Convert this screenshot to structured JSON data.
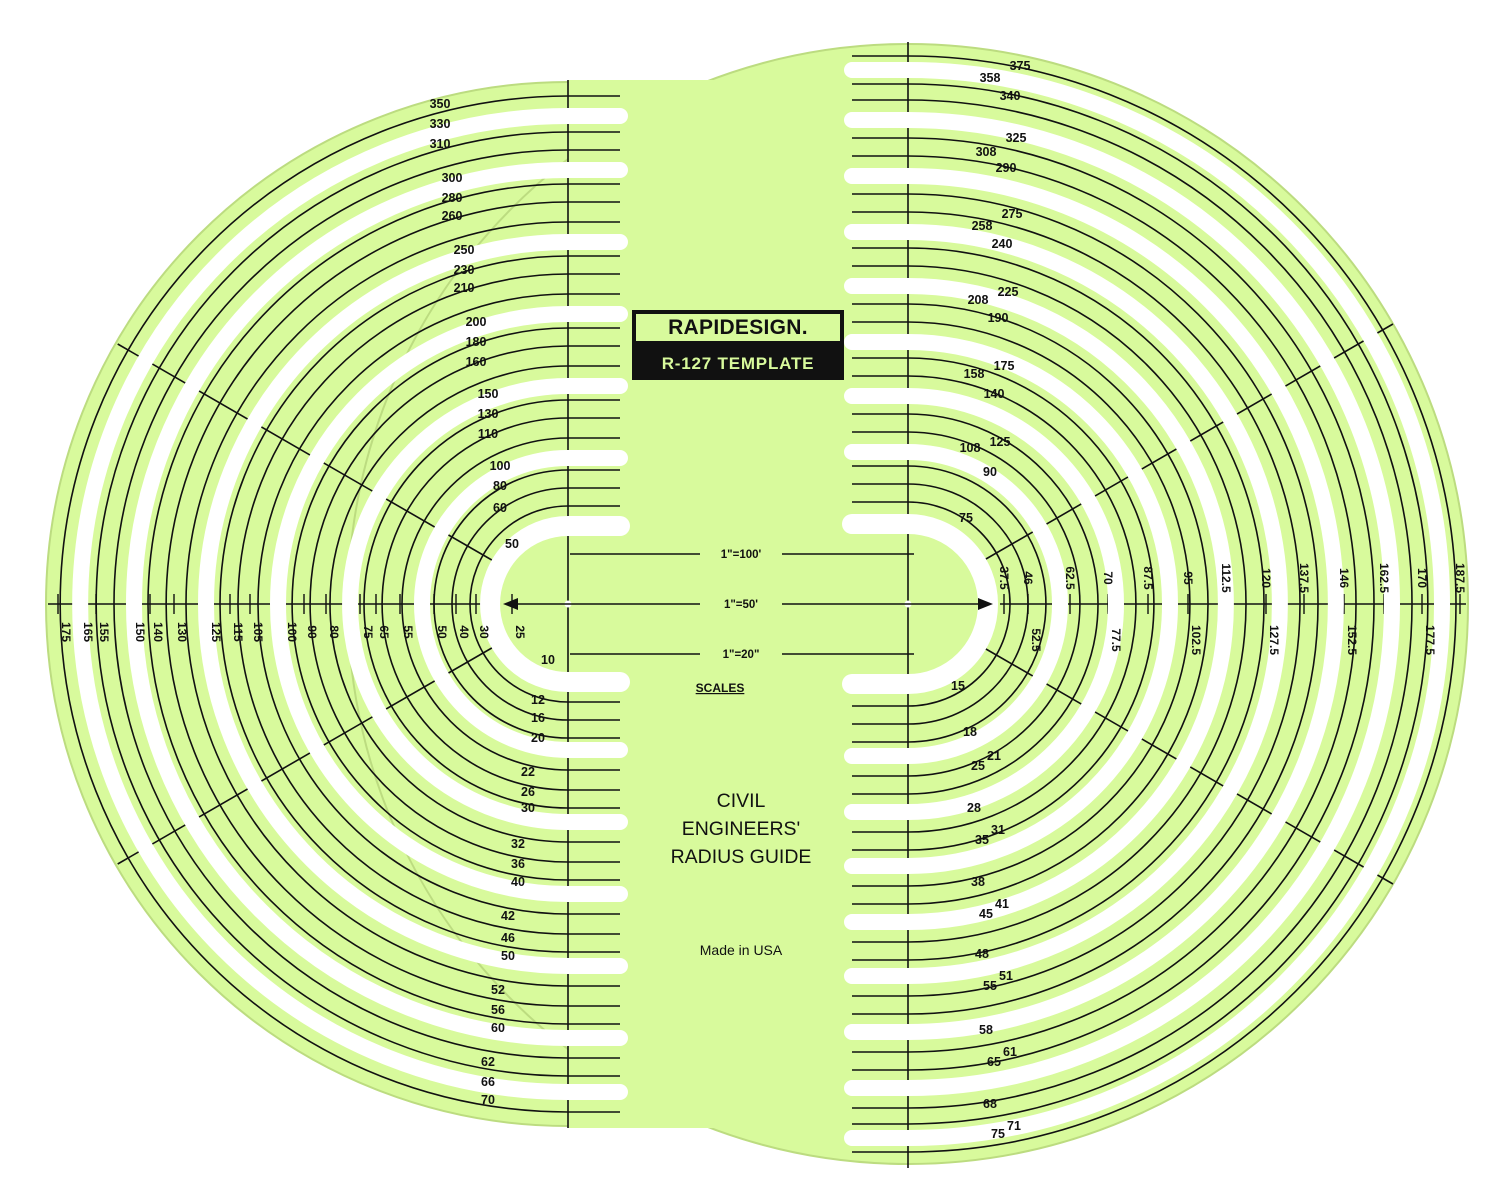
{
  "colors": {
    "plastic": "#d8fa9c",
    "plastic_edge": "#bcdc80",
    "ink": "#111111",
    "cutout": "#ffffff"
  },
  "brand": {
    "name": "RAPIDESIGN.",
    "model": "R-127 TEMPLATE"
  },
  "center_text": {
    "line1": "CIVIL",
    "line2": "ENGINEERS'",
    "line3": "RADIUS GUIDE",
    "made_in": "Made in USA",
    "scales": "SCALES"
  },
  "scale_bars": [
    {
      "label": "1\"=100'"
    },
    {
      "label": "1\"=50'"
    },
    {
      "label": "1\"=20\""
    }
  ],
  "left_upper_labels": [
    [
      "350",
      "330",
      "310"
    ],
    [
      "300",
      "280",
      "260"
    ],
    [
      "250",
      "230",
      "210"
    ],
    [
      "200",
      "180",
      "160"
    ],
    [
      "150",
      "130",
      "110"
    ],
    [
      "100",
      "80",
      "60"
    ],
    [
      "50"
    ]
  ],
  "left_lower_labels": [
    [
      "10"
    ],
    [
      "12",
      "16",
      "20"
    ],
    [
      "22",
      "26",
      "30"
    ],
    [
      "32",
      "36",
      "40"
    ],
    [
      "42",
      "46",
      "50"
    ],
    [
      "52",
      "56",
      "60"
    ],
    [
      "62",
      "66",
      "70"
    ]
  ],
  "left_axis_labels": [
    "175",
    "165",
    "155",
    "150",
    "140",
    "130",
    "125",
    "115",
    "105",
    "100",
    "90",
    "80",
    "75",
    "65",
    "55",
    "50",
    "40",
    "30",
    "25"
  ],
  "right_upper_labels": [
    [
      "375",
      "358",
      "340"
    ],
    [
      "325",
      "308",
      "290"
    ],
    [
      "275",
      "258",
      "240"
    ],
    [
      "225",
      "208",
      "190"
    ],
    [
      "175",
      "158",
      "140"
    ],
    [
      "125",
      "108",
      "90"
    ],
    [
      "75"
    ]
  ],
  "right_lower_labels": [
    [
      "15"
    ],
    [
      "18",
      "21",
      "25"
    ],
    [
      "28",
      "31",
      "35"
    ],
    [
      "38",
      "41",
      "45"
    ],
    [
      "48",
      "51",
      "55"
    ],
    [
      "58",
      "61",
      "65"
    ],
    [
      "68",
      "71",
      "75"
    ]
  ],
  "right_axis_upper_labels": [
    "37.5",
    "46",
    "62.5",
    "70",
    "87.5",
    "95",
    "112.5",
    "120",
    "137.5",
    "146",
    "162.5",
    "170",
    "187.5"
  ],
  "right_axis_lower_labels": [
    "52.5",
    "77.5",
    "102.5",
    "127.5",
    "152.5",
    "177.5"
  ]
}
